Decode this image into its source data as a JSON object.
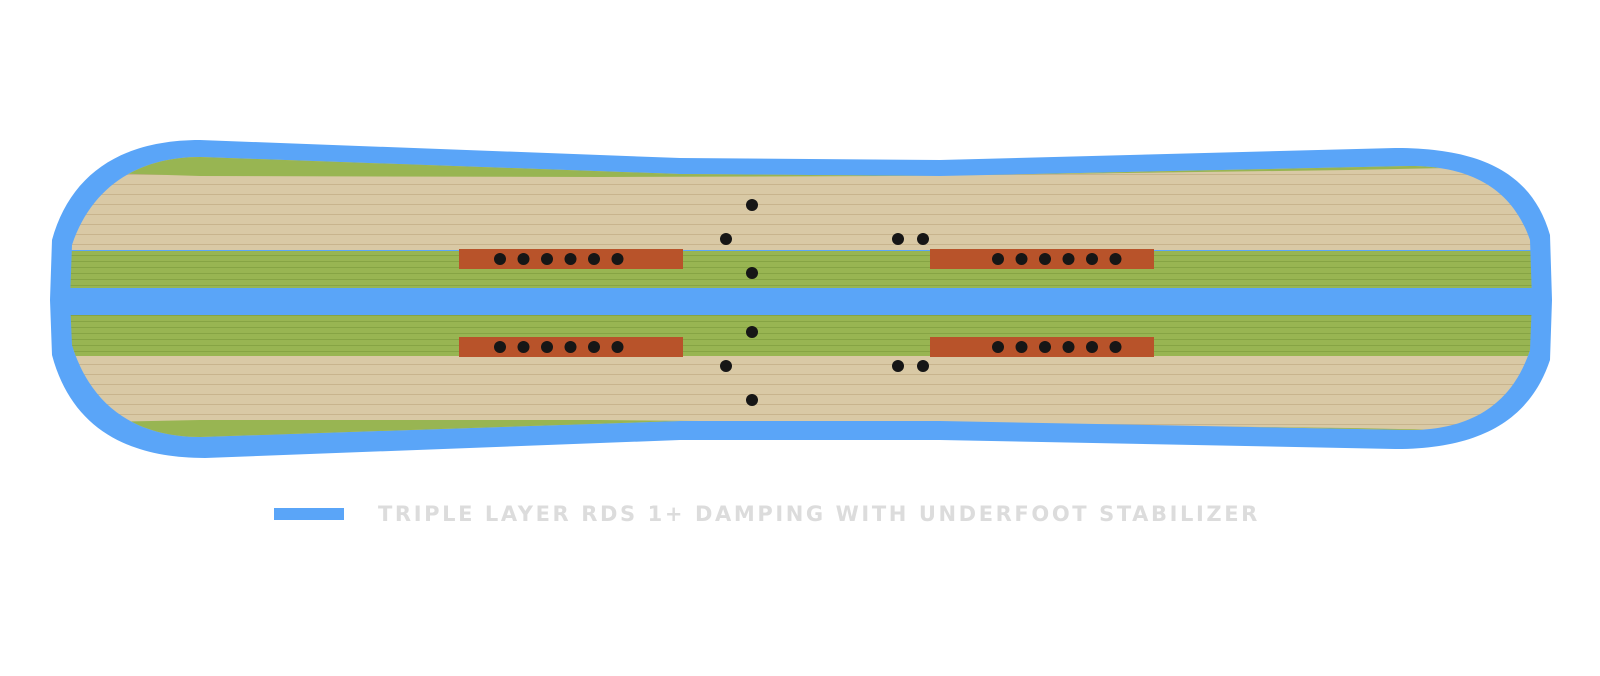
{
  "colors": {
    "damping_blue": "#5aa5f8",
    "fiber_green": "#98b552",
    "wood_core": "#d9c9a5",
    "insert_red": "#b8532a",
    "insert_hole": "#161616",
    "legend_text": "#dcdcdc"
  },
  "legend": {
    "items": [
      {
        "label": "TRIPLE LAYER RDS 1+ DAMPING WITH UNDERFOOT STABILIZER",
        "icon": "blue-line-swatch"
      }
    ]
  },
  "board": {
    "insert_rows_per_binding": 2,
    "holes_per_insert_row": 6,
    "binding_zones": 2
  }
}
